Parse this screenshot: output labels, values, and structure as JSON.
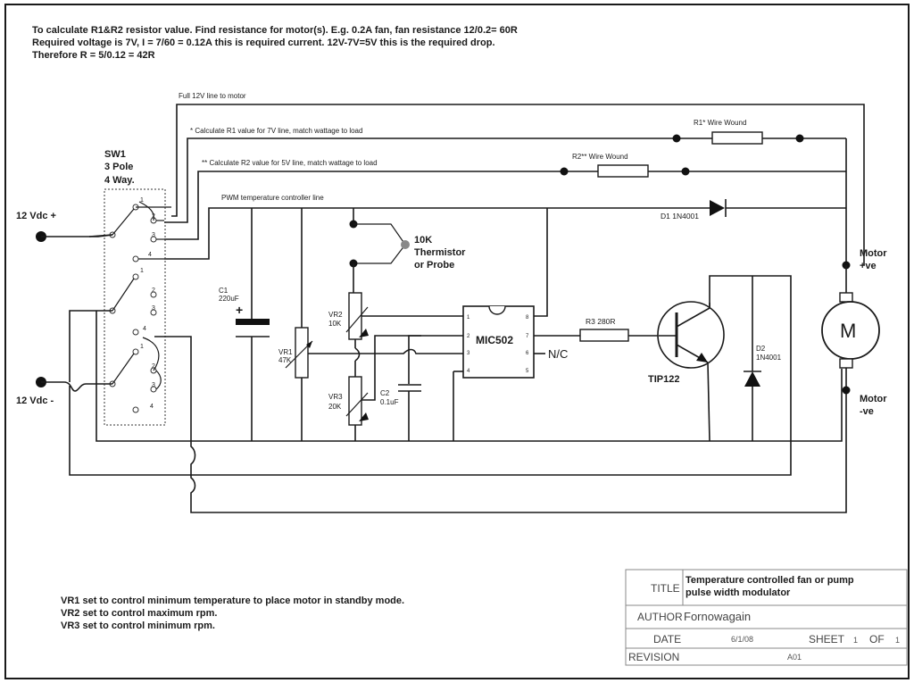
{
  "notes": {
    "line1": "To calculate R1&R2 resistor value. Find resistance for motor(s). E.g. 0.2A fan, fan resistance 12/0.2= 60R",
    "line2": "Required voltage is 7V, I = 7/60 = 0.12A this is required current. 12V-7V=5V this is the required drop.",
    "line3": "Therefore R = 5/0.12 = 42R"
  },
  "lines": {
    "full12": "Full  12V line to motor",
    "calc_r1": "* Calculate R1 value for  7V line, match wattage to load",
    "calc_r2": "** Calculate R2 value for  5V line, match wattage to load",
    "pwm": "PWM temperature controller line"
  },
  "switch": {
    "l1": "SW1",
    "l2": "3 Pole",
    "l3": "4 Way.",
    "pos": [
      "1",
      "2",
      "3",
      "4"
    ]
  },
  "supply": {
    "plus": "12 Vdc +",
    "minus": "12 Vdc -"
  },
  "components": {
    "r1": "R1* Wire Wound",
    "r2": "R2** Wire Wound",
    "d1": "D1 1N4001",
    "thermistor_1": "10K",
    "thermistor_2": "Thermistor",
    "thermistor_3": "or Probe",
    "c1_name": "C1",
    "c1_val": "220uF",
    "c1_plus": "+",
    "vr1_name": "VR1",
    "vr1_val": "47K",
    "vr2_name": "VR2",
    "vr2_val": "10K",
    "vr3_name": "VR3",
    "vr3_val": "20K",
    "c2_name": "C2",
    "c2_val": "0.1uF",
    "ic": "MIC502",
    "pins": [
      "1",
      "2",
      "3",
      "4",
      "5",
      "6",
      "7",
      "8"
    ],
    "nc": "N/C",
    "r3": "R3 280R",
    "transistor": "TIP122",
    "d2_name": "D2",
    "d2_val": "1N4001",
    "motor_glyph": "M",
    "motor_pos_1": "Motor",
    "motor_pos_2": "+ve",
    "motor_neg_1": "Motor",
    "motor_neg_2": "-ve"
  },
  "bottom_notes": {
    "l1": "VR1 set to control minimum temperature to place motor in standby mode.",
    "l2": "VR2 set to control maximum rpm.",
    "l3": "VR3 set to control minimum rpm."
  },
  "title_block": {
    "title_label": "TITLE",
    "title_1": "Temperature controlled fan or pump",
    "title_2": "pulse width modulator",
    "author_label": "AUTHOR",
    "author": "Fornowagain",
    "date_label": "DATE",
    "date": "6/1/08",
    "sheet_label": "SHEET",
    "sheet": "1",
    "of_label": "OF",
    "of": "1",
    "revision_label": "REVISION",
    "revision": "A01"
  }
}
